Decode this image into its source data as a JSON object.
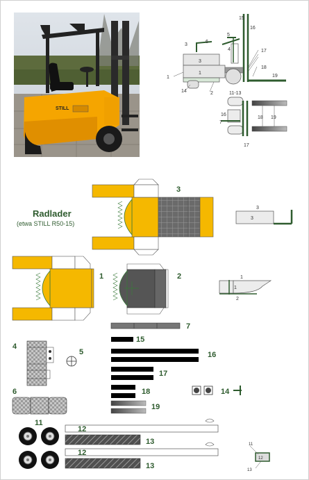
{
  "model": {
    "title": "Radlader",
    "subtitle": "(etwa STILL R50-15)"
  },
  "photo": {
    "brand_text": "STILL"
  },
  "part_numbers": {
    "p1": "1",
    "p2": "2",
    "p3": "3",
    "p4": "4",
    "p5": "5",
    "p6": "6",
    "p7": "7",
    "p11": "11",
    "p12a": "12",
    "p12b": "12",
    "p13a": "13",
    "p13b": "13",
    "p14": "14",
    "p15": "15",
    "p16": "16",
    "p17": "17",
    "p18": "18",
    "p19": "19"
  },
  "assembly_labels": {
    "a1": "1",
    "a2": "2",
    "a3": "3",
    "a3b": "3",
    "a4": "4",
    "a5": "5",
    "a6": "6",
    "a7": "7",
    "a1113": "11-13",
    "a14": "14",
    "a15": "15",
    "a16": "16",
    "a16b": "16",
    "a17": "17",
    "a17b": "17",
    "a18": "18",
    "a18b": "18",
    "a19": "19",
    "a19b": "19"
  },
  "side_view_labels": {
    "s3a": "3",
    "s3b": "3",
    "s1a": "1",
    "s1b": "1",
    "s2": "2",
    "s11": "11",
    "s12": "12",
    "s13": "13"
  },
  "colors": {
    "body_orange": "#f5b800",
    "dark_green": "#2e5b2e",
    "cab_grey": "#555555",
    "check_grey": "#b0b0b0",
    "bar_black": "#000000"
  }
}
